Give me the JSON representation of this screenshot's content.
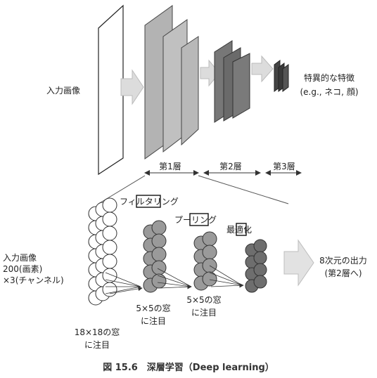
{
  "top": {
    "input_label": "入力画像",
    "output_label_1": "特異的な特徴",
    "output_label_2": "(e.g., ネコ, 顔)",
    "layers": [
      "第1層",
      "第2層",
      "第3層"
    ]
  },
  "bottom": {
    "input_label": [
      "入力画像",
      "200(画素)",
      "×3(チャンネル)"
    ],
    "stages": [
      "フィルタリング",
      "プーリング",
      "最適化"
    ],
    "windows": [
      [
        "18×18の窓",
        "に注目"
      ],
      [
        "5×5の窓",
        "に注目"
      ],
      [
        "5×5の窓",
        "に注目"
      ]
    ],
    "output_label": [
      "8次元の出力",
      "(第2層へ)"
    ]
  },
  "caption": "図 15.6　深層学習（Deep learning）",
  "colors": {
    "gray_dark": "#6e6e6e",
    "gray_mid": "#9a9a9a",
    "gray_light": "#c8c8c8",
    "outline": "#333333"
  }
}
